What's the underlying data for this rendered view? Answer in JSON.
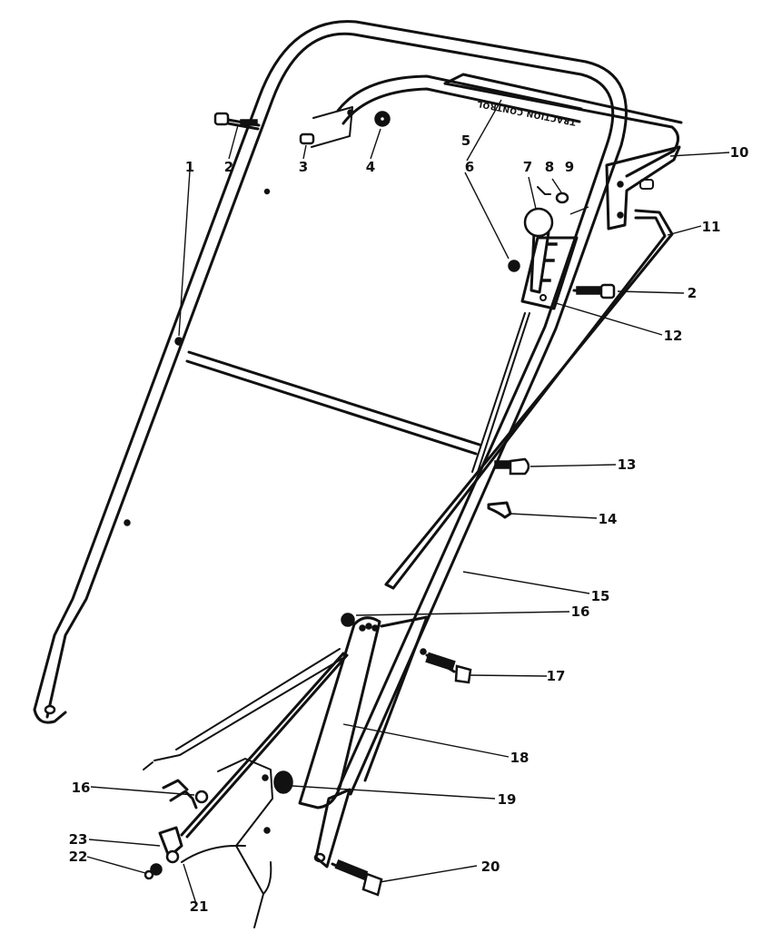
{
  "decal": {
    "text": "TRACTION CONTROL"
  },
  "callouts": [
    {
      "id": "c1",
      "label": "1"
    },
    {
      "id": "c2a",
      "label": "2"
    },
    {
      "id": "c3",
      "label": "3"
    },
    {
      "id": "c4",
      "label": "4"
    },
    {
      "id": "c5",
      "label": "5"
    },
    {
      "id": "c6",
      "label": "6"
    },
    {
      "id": "c7",
      "label": "7"
    },
    {
      "id": "c8",
      "label": "8"
    },
    {
      "id": "c9",
      "label": "9"
    },
    {
      "id": "c10",
      "label": "10"
    },
    {
      "id": "c11",
      "label": "11"
    },
    {
      "id": "c2b",
      "label": "2"
    },
    {
      "id": "c12",
      "label": "12"
    },
    {
      "id": "c13",
      "label": "13"
    },
    {
      "id": "c14",
      "label": "14"
    },
    {
      "id": "c15",
      "label": "15"
    },
    {
      "id": "c16a",
      "label": "16"
    },
    {
      "id": "c17",
      "label": "17"
    },
    {
      "id": "c18",
      "label": "18"
    },
    {
      "id": "c16b",
      "label": "16"
    },
    {
      "id": "c19",
      "label": "19"
    },
    {
      "id": "c23",
      "label": "23"
    },
    {
      "id": "c22",
      "label": "22"
    },
    {
      "id": "c21",
      "label": "21"
    },
    {
      "id": "c20",
      "label": "20"
    }
  ]
}
